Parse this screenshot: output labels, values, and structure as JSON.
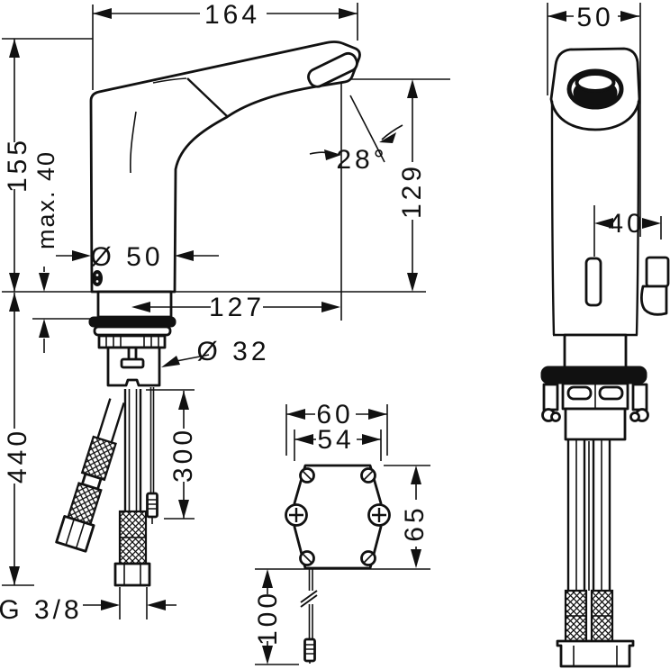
{
  "drawing": {
    "title": "faucet-technical-drawing",
    "colors": {
      "line": "#111111",
      "background": "#ffffff"
    },
    "side_view": {
      "overall_width": "164",
      "spout_height": "155",
      "max_mount_thickness": "max. 40",
      "base_diameter": "Ø 50",
      "spout_reach": "127",
      "outlet_height": "129",
      "spout_angle": "28°",
      "shank_diameter": "Ø 32",
      "hose_length": "440",
      "cable_length": "300",
      "thread_size": "G 3/8"
    },
    "front_view": {
      "body_width": "50",
      "sensor_offset": "40"
    },
    "junction_box": {
      "outer_width": "60",
      "inner_width": "54",
      "height": "65",
      "cable_length": "100"
    }
  }
}
